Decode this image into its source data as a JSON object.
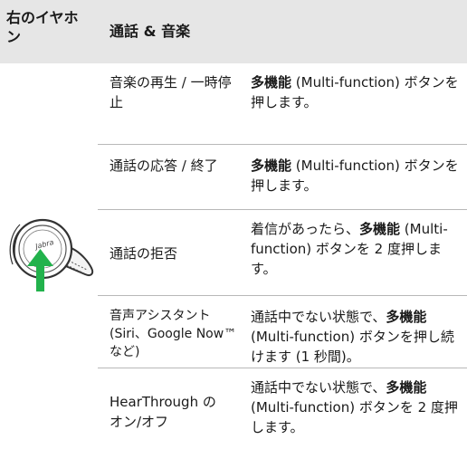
{
  "header": {
    "col1": "右のイヤホン",
    "col2": "通話 & 音楽"
  },
  "rows": [
    {
      "label": "音楽の再生 / 一時停止",
      "desc_bold": "多機能",
      "desc_rest": " (Multi-function) ボタンを押します。"
    },
    {
      "label": "通話の応答 / 終了",
      "desc_bold": "多機能",
      "desc_rest": " (Multi-function) ボタンを押します。"
    },
    {
      "label": "通話の拒否",
      "desc_pre": "着信があったら、",
      "desc_bold": "多機能",
      "desc_rest": " (Multi-function) ボタンを 2 度押します。"
    },
    {
      "label": "音声アシスタント (Siri、Google Now™ など)",
      "desc_pre": "通話中でない状態で、",
      "desc_bold": "多機能",
      "desc_rest": " (Multi-function) ボタンを押し続けます (1 秒間)。"
    },
    {
      "label": "HearThrough のオン/オフ",
      "desc_pre": "通話中でない状態で、",
      "desc_bold": "多機能",
      "desc_rest": " (Multi-function) ボタンを 2 度押します。"
    }
  ],
  "illustration": {
    "brand_text": "Jabra",
    "arrow_color": "#22b24c"
  }
}
